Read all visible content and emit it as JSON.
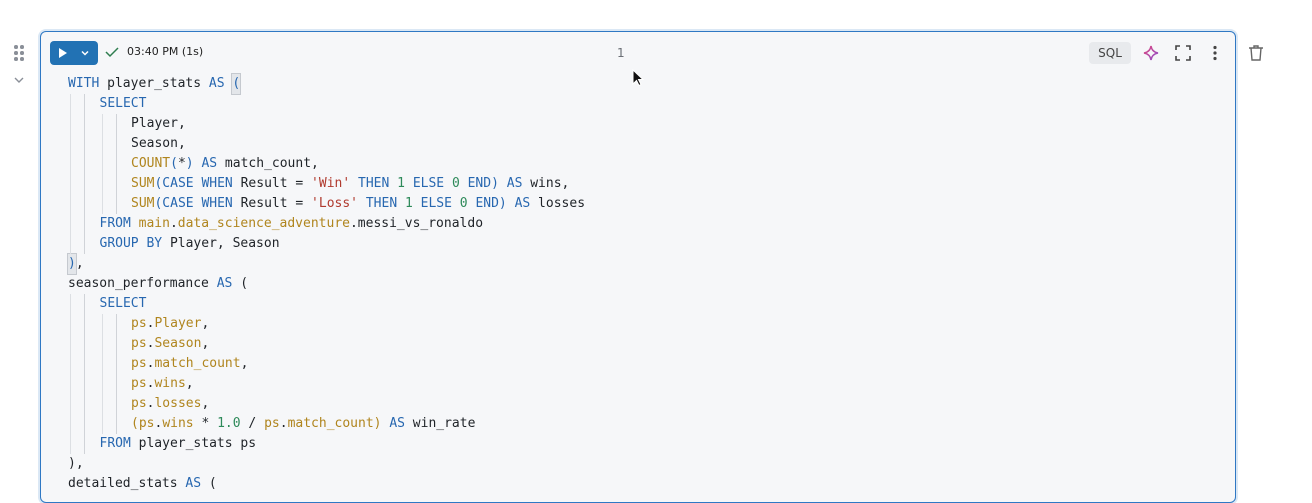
{
  "cell": {
    "run_status": "03:40 PM (1s)",
    "cell_number": "1",
    "language": "SQL",
    "icons": [
      "drag-handle-icon",
      "chevron-down-icon",
      "play-icon",
      "check-icon",
      "sparkle-assistant-icon",
      "fullscreen-icon",
      "kebab-menu-icon",
      "trash-icon"
    ]
  },
  "colors": {
    "accent": "#2272b4",
    "keyword": "#2767b0",
    "identifier": "#b0851e",
    "string": "#b03a2e",
    "number": "#2e8a5a"
  },
  "code": {
    "lines": [
      {
        "indent": 0,
        "tokens": [
          {
            "c": "k",
            "t": "WITH"
          },
          {
            "c": "p",
            "t": " player_stats "
          },
          {
            "c": "k",
            "t": "AS"
          },
          {
            "c": "p",
            "t": " "
          },
          {
            "c": "b",
            "t": "("
          }
        ]
      },
      {
        "indent": 1,
        "tokens": [
          {
            "c": "k",
            "t": "SELECT"
          }
        ]
      },
      {
        "indent": 2,
        "tokens": [
          {
            "c": "p",
            "t": "Player,"
          }
        ]
      },
      {
        "indent": 2,
        "tokens": [
          {
            "c": "p",
            "t": "Season,"
          }
        ]
      },
      {
        "indent": 2,
        "tokens": [
          {
            "c": "f",
            "t": "COUNT"
          },
          {
            "c": "k",
            "t": "("
          },
          {
            "c": "p",
            "t": "*"
          },
          {
            "c": "k",
            "t": ")"
          },
          {
            "c": "p",
            "t": " "
          },
          {
            "c": "k",
            "t": "AS"
          },
          {
            "c": "p",
            "t": " match_count,"
          }
        ]
      },
      {
        "indent": 2,
        "tokens": [
          {
            "c": "f",
            "t": "SUM"
          },
          {
            "c": "k",
            "t": "(CASE WHEN"
          },
          {
            "c": "p",
            "t": " Result = "
          },
          {
            "c": "s",
            "t": "'Win'"
          },
          {
            "c": "p",
            "t": " "
          },
          {
            "c": "k",
            "t": "THEN"
          },
          {
            "c": "p",
            "t": " "
          },
          {
            "c": "n",
            "t": "1"
          },
          {
            "c": "p",
            "t": " "
          },
          {
            "c": "k",
            "t": "ELSE"
          },
          {
            "c": "p",
            "t": " "
          },
          {
            "c": "n",
            "t": "0"
          },
          {
            "c": "p",
            "t": " "
          },
          {
            "c": "k",
            "t": "END)"
          },
          {
            "c": "p",
            "t": " "
          },
          {
            "c": "k",
            "t": "AS"
          },
          {
            "c": "p",
            "t": " wins,"
          }
        ]
      },
      {
        "indent": 2,
        "tokens": [
          {
            "c": "f",
            "t": "SUM"
          },
          {
            "c": "k",
            "t": "(CASE WHEN"
          },
          {
            "c": "p",
            "t": " Result = "
          },
          {
            "c": "s",
            "t": "'Loss'"
          },
          {
            "c": "p",
            "t": " "
          },
          {
            "c": "k",
            "t": "THEN"
          },
          {
            "c": "p",
            "t": " "
          },
          {
            "c": "n",
            "t": "1"
          },
          {
            "c": "p",
            "t": " "
          },
          {
            "c": "k",
            "t": "ELSE"
          },
          {
            "c": "p",
            "t": " "
          },
          {
            "c": "n",
            "t": "0"
          },
          {
            "c": "p",
            "t": " "
          },
          {
            "c": "k",
            "t": "END)"
          },
          {
            "c": "p",
            "t": " "
          },
          {
            "c": "k",
            "t": "AS"
          },
          {
            "c": "p",
            "t": " losses"
          }
        ]
      },
      {
        "indent": 1,
        "tokens": [
          {
            "c": "k",
            "t": "FROM"
          },
          {
            "c": "p",
            "t": " "
          },
          {
            "c": "f",
            "t": "main"
          },
          {
            "c": "p",
            "t": "."
          },
          {
            "c": "f",
            "t": "data_science_adventure"
          },
          {
            "c": "p",
            "t": ".messi_vs_ronaldo"
          }
        ]
      },
      {
        "indent": 1,
        "tokens": [
          {
            "c": "k",
            "t": "GROUP BY"
          },
          {
            "c": "p",
            "t": " Player, Season"
          }
        ]
      },
      {
        "indent": 0,
        "tokens": [
          {
            "c": "b",
            "t": ")"
          },
          {
            "c": "p",
            "t": ","
          }
        ]
      },
      {
        "indent": 0,
        "tokens": [
          {
            "c": "p",
            "t": "season_performance "
          },
          {
            "c": "k",
            "t": "AS"
          },
          {
            "c": "p",
            "t": " ("
          }
        ]
      },
      {
        "indent": 1,
        "tokens": [
          {
            "c": "k",
            "t": "SELECT"
          }
        ]
      },
      {
        "indent": 2,
        "tokens": [
          {
            "c": "f",
            "t": "ps"
          },
          {
            "c": "p",
            "t": "."
          },
          {
            "c": "f",
            "t": "Player"
          },
          {
            "c": "p",
            "t": ","
          }
        ]
      },
      {
        "indent": 2,
        "tokens": [
          {
            "c": "f",
            "t": "ps"
          },
          {
            "c": "p",
            "t": "."
          },
          {
            "c": "f",
            "t": "Season"
          },
          {
            "c": "p",
            "t": ","
          }
        ]
      },
      {
        "indent": 2,
        "tokens": [
          {
            "c": "f",
            "t": "ps"
          },
          {
            "c": "p",
            "t": "."
          },
          {
            "c": "f",
            "t": "match_count"
          },
          {
            "c": "p",
            "t": ","
          }
        ]
      },
      {
        "indent": 2,
        "tokens": [
          {
            "c": "f",
            "t": "ps"
          },
          {
            "c": "p",
            "t": "."
          },
          {
            "c": "f",
            "t": "wins"
          },
          {
            "c": "p",
            "t": ","
          }
        ]
      },
      {
        "indent": 2,
        "tokens": [
          {
            "c": "f",
            "t": "ps"
          },
          {
            "c": "p",
            "t": "."
          },
          {
            "c": "f",
            "t": "losses"
          },
          {
            "c": "p",
            "t": ","
          }
        ]
      },
      {
        "indent": 2,
        "tokens": [
          {
            "c": "f",
            "t": "(ps"
          },
          {
            "c": "p",
            "t": "."
          },
          {
            "c": "f",
            "t": "wins"
          },
          {
            "c": "p",
            "t": " * "
          },
          {
            "c": "n",
            "t": "1.0"
          },
          {
            "c": "p",
            "t": " / "
          },
          {
            "c": "f",
            "t": "ps"
          },
          {
            "c": "p",
            "t": "."
          },
          {
            "c": "f",
            "t": "match_count)"
          },
          {
            "c": "p",
            "t": " "
          },
          {
            "c": "k",
            "t": "AS"
          },
          {
            "c": "p",
            "t": " win_rate"
          }
        ]
      },
      {
        "indent": 1,
        "tokens": [
          {
            "c": "k",
            "t": "FROM"
          },
          {
            "c": "p",
            "t": " player_stats ps"
          }
        ]
      },
      {
        "indent": 0,
        "tokens": [
          {
            "c": "p",
            "t": "),"
          }
        ]
      },
      {
        "indent": 0,
        "tokens": [
          {
            "c": "p",
            "t": "detailed_stats "
          },
          {
            "c": "k",
            "t": "AS"
          },
          {
            "c": "p",
            "t": " ("
          }
        ]
      }
    ]
  }
}
